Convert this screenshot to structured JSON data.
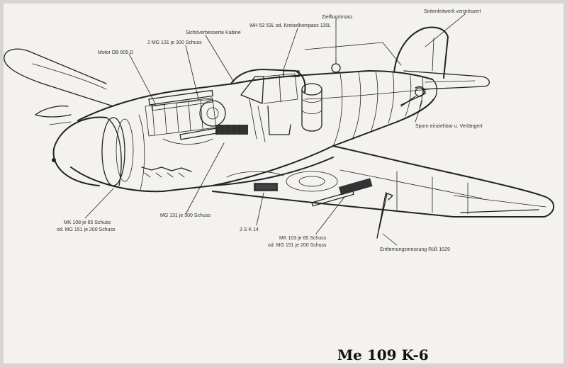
{
  "title": "Me 109 K-6",
  "labels": {
    "tail_enlarged": "Seitenleitwerk vergrössert",
    "additional_fuel": "Zielflug/orsatz",
    "wh_gun": "WH 53 53L   od. Kreiselkompass 115L",
    "armored_cabin": "Sicht/verbesserte Kabine",
    "nose_gun": "2 MG 131 je 300 Schuss",
    "engine": "Motor DB 605 D",
    "tailwheel": "Sporn einziehbar u. Verlängert",
    "mk108_left": "MK 108   je 65 Schuss",
    "mk108_left_alt": "od. MG 151   je 200 Schuss",
    "mg131_center": "MG 131   je 300 Schuss",
    "oil": "3 S K  14",
    "mk103_wing": "MK 103   je 65 Schuss",
    "mg151_wing": "od. MG 151   je 200 Schuss",
    "pitot": "Entfernungsmessung Rüß 1029"
  },
  "colors": {
    "paper": "#f3f2ee",
    "ink": "#222222"
  }
}
